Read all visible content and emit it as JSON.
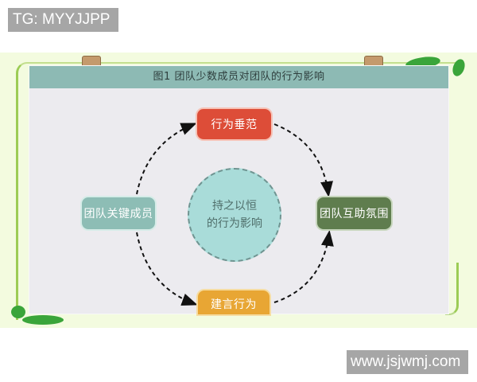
{
  "watermarks": {
    "top_left": "TG: MYYJJPP",
    "bottom_right": "www.jsjwmj.com"
  },
  "figure": {
    "title": "图1  团队少数成员对团队的行为影响",
    "center": {
      "line1": "持之以恒",
      "line2": "的行为影响"
    },
    "nodes": {
      "top": "行为垂范",
      "left": "团队关键成员",
      "right": "团队互助氛围",
      "bottom": "建言行为"
    },
    "colors": {
      "title_bar": "#8dbab4",
      "top": "#dd4d38",
      "left": "#8dbdb5",
      "right": "#5f7d4e",
      "bottom": "#e8a634",
      "center": "#a9dcd9",
      "panel": "#ecebef",
      "backdrop": "#f3fbdf"
    },
    "edges": [
      {
        "from": "团队关键成员",
        "to": "行为垂范"
      },
      {
        "from": "行为垂范",
        "to": "团队互助氛围"
      },
      {
        "from": "团队关键成员",
        "to": "建言行为"
      },
      {
        "from": "建言行为",
        "to": "团队互助氛围"
      }
    ]
  }
}
